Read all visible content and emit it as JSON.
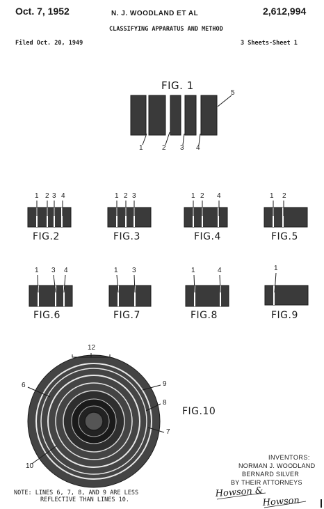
{
  "header": {
    "date": "Oct. 7, 1952",
    "inventor_title": "N. J. WOODLAND ET AL",
    "patent_number": "2,612,994",
    "invention_title": "CLASSIFYING APPARATUS AND METHOD",
    "filed": "Filed Oct. 20, 1949",
    "sheets": "3 Sheets-Sheet 1"
  },
  "figures": {
    "fig1": {
      "label": "FIG. 1",
      "numbers": [
        "1",
        "2",
        "3",
        "4",
        "5"
      ]
    },
    "fig2": {
      "label": "FIG.2",
      "numbers": [
        "1",
        "2",
        "3",
        "4"
      ]
    },
    "fig3": {
      "label": "FIG.3",
      "numbers": [
        "1",
        "2",
        "3"
      ]
    },
    "fig4": {
      "label": "FIG.4",
      "numbers": [
        "1",
        "2",
        "4"
      ]
    },
    "fig5": {
      "label": "FIG.5",
      "numbers": [
        "1",
        "2"
      ]
    },
    "fig6": {
      "label": "FIG.6",
      "numbers": [
        "1",
        "3",
        "4"
      ]
    },
    "fig7": {
      "label": "FIG.7",
      "numbers": [
        "1",
        "3"
      ]
    },
    "fig8": {
      "label": "FIG.8",
      "numbers": [
        "1",
        "4"
      ]
    },
    "fig9": {
      "label": "FIG.9",
      "numbers": [
        "1"
      ]
    },
    "fig10": {
      "label": "FIG.10",
      "numbers": [
        "12",
        "6",
        "9",
        "8",
        "7",
        "10"
      ]
    }
  },
  "inventors": {
    "heading": "INVENTORS:",
    "name1": "NORMAN J. WOODLAND",
    "name2": "BERNARD SILVER",
    "by": "BY THEIR ATTORNEYS"
  },
  "signatures": [
    "Howson & Howson"
  ],
  "note": {
    "line1": "NOTE: LINES 6, 7, 8, AND 9 ARE LESS",
    "line2": "REFLECTIVE THAN LINES 10."
  },
  "colors": {
    "ink": "#1a1a1a",
    "bar_fill": "#3a3a3a",
    "paper": "#ffffff"
  }
}
